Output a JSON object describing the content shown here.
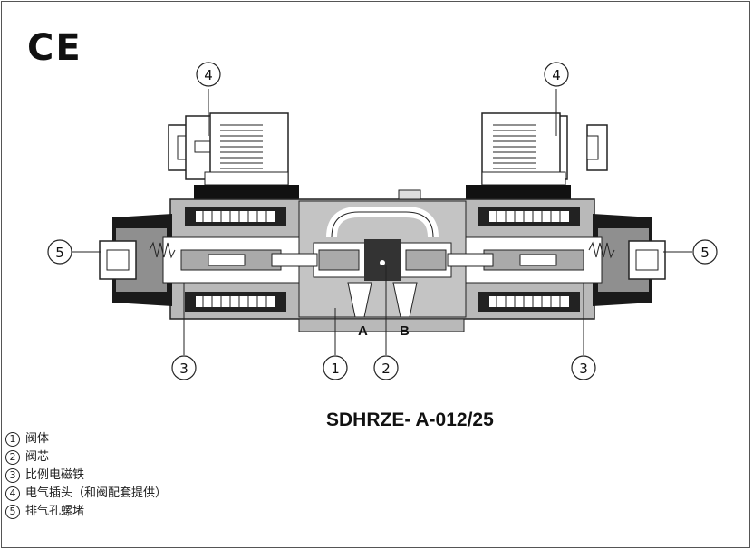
{
  "mark": "CE",
  "model_title": "SDHRZE- A-012/25",
  "ports": {
    "a": "A",
    "b": "B"
  },
  "callouts": {
    "c1": "1",
    "c2": "2",
    "c3": "3",
    "c4": "4",
    "c5": "5"
  },
  "legend": [
    {
      "num": "1",
      "text": "阀体"
    },
    {
      "num": "2",
      "text": "阀芯"
    },
    {
      "num": "3",
      "text": "比例电磁铁"
    },
    {
      "num": "4",
      "text": "电气插头（和阀配套提供）"
    },
    {
      "num": "5",
      "text": "排气孔螺堵"
    }
  ]
}
